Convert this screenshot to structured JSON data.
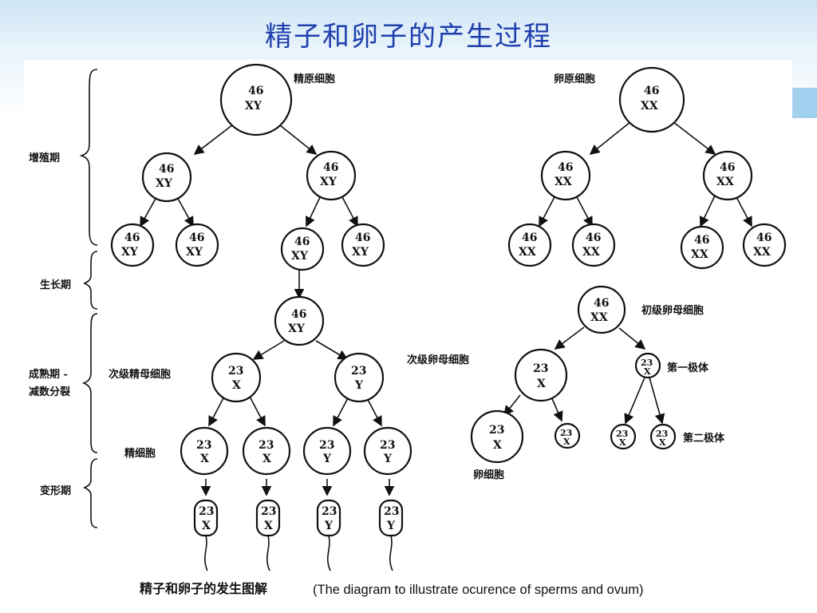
{
  "title": "精子和卵子的产生过程",
  "stages": {
    "proliferation": "增殖期",
    "growth": "生长期",
    "maturation_line1": "成熟期 -",
    "maturation_line2": "减数分裂",
    "transformation": "变形期"
  },
  "labels": {
    "spermatogonium": "精原细胞",
    "oogonium": "卵原细胞",
    "primary_oocyte": "初级卵母细胞",
    "secondary_spermatocyte": "次级精母细胞",
    "secondary_oocyte": "次级卵母细胞",
    "first_polar_body": "第一极体",
    "spermatid": "精细胞",
    "second_polar_body": "第二极体",
    "ovum": "卵细胞"
  },
  "cells": {
    "n46": "46",
    "n23": "23",
    "XY": "XY",
    "XX": "XX",
    "X": "X",
    "Y": "Y"
  },
  "caption": {
    "cn": "精子和卵子的发生图解",
    "en": "(The diagram to illustrate ocurence of sperms and ovum)"
  }
}
